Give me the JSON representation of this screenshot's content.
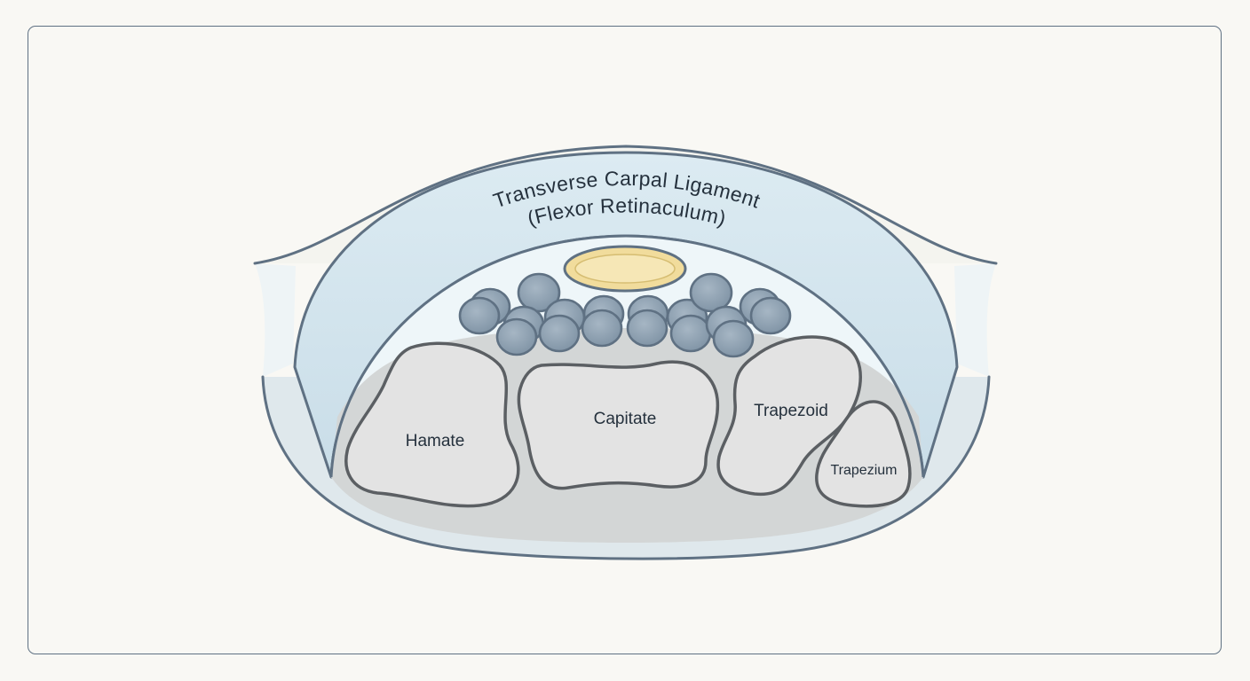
{
  "diagram": {
    "ligament_line1": "Transverse Carpal Ligament",
    "ligament_line2": "(Flexor Retinaculum)",
    "bones": {
      "hamate": "Hamate",
      "capitate": "Capitate",
      "trapezoid": "Trapezoid",
      "trapezium": "Trapezium"
    },
    "colors": {
      "background": "#f9f8f4",
      "outline": "#5f7183",
      "ligament_fill": "#d6e6ef",
      "tunnel_fill": "#eef6f9",
      "tendon_fill": "#8c9fb0",
      "nerve_fill": "#f3dfa2",
      "bone_fill": "#e3e3e3",
      "floor_fill": "#d3d6d6"
    }
  }
}
